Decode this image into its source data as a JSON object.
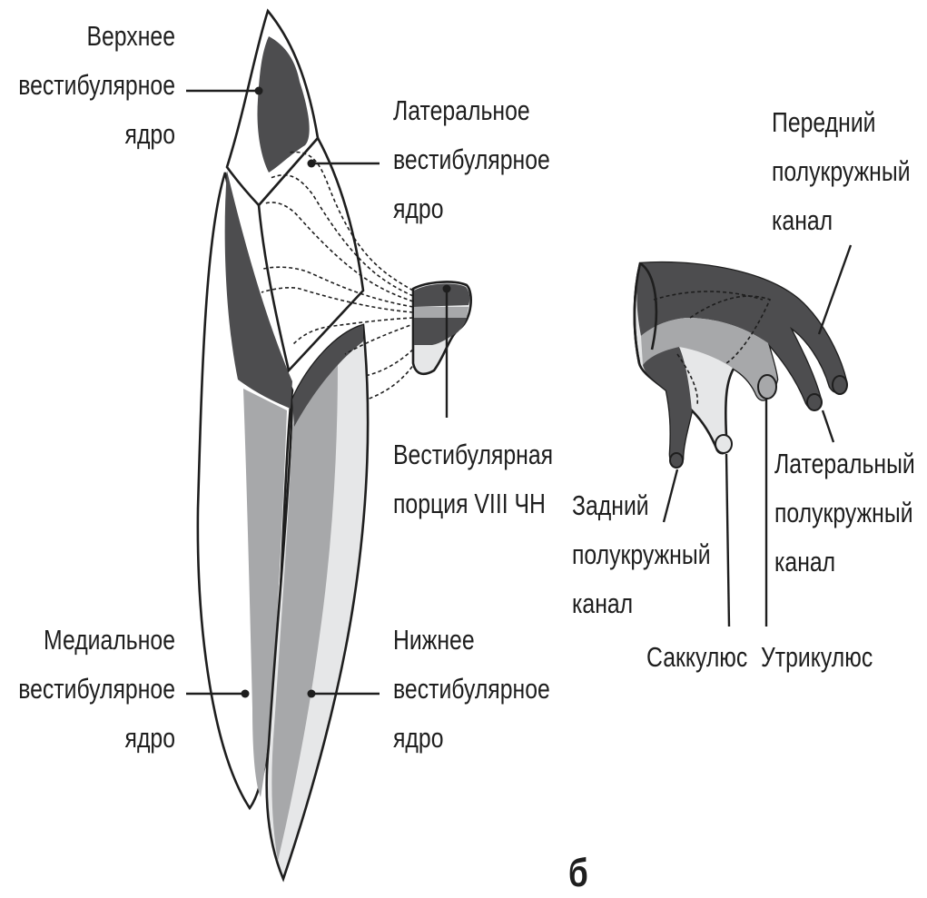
{
  "colors": {
    "dark": "#4d4d4f",
    "medium": "#a7a8aa",
    "light": "#e6e7e8",
    "ink": "#1e1e1e"
  },
  "labels": {
    "superior_nucleus": [
      "Верхнее",
      "вестибулярное",
      "ядро"
    ],
    "lateral_nucleus": [
      "Латеральное",
      "вестибулярное",
      "ядро"
    ],
    "vestibular_nerve": [
      "Вестибулярная",
      "порция VIII ЧН"
    ],
    "medial_nucleus": [
      "Медиальное",
      "вестибулярное",
      "ядро"
    ],
    "inferior_nucleus": [
      "Нижнее",
      "вестибулярное",
      "ядро"
    ],
    "anterior_canal": [
      "Передний",
      "полукружный",
      "канал"
    ],
    "lateral_canal": [
      "Латеральный",
      "полукружный",
      "канал"
    ],
    "posterior_canal": [
      "Задний",
      "полукружный",
      "канал"
    ],
    "saccule": "Саккулюс",
    "utricle": "Утрикулюс",
    "panel_letter": "б"
  }
}
